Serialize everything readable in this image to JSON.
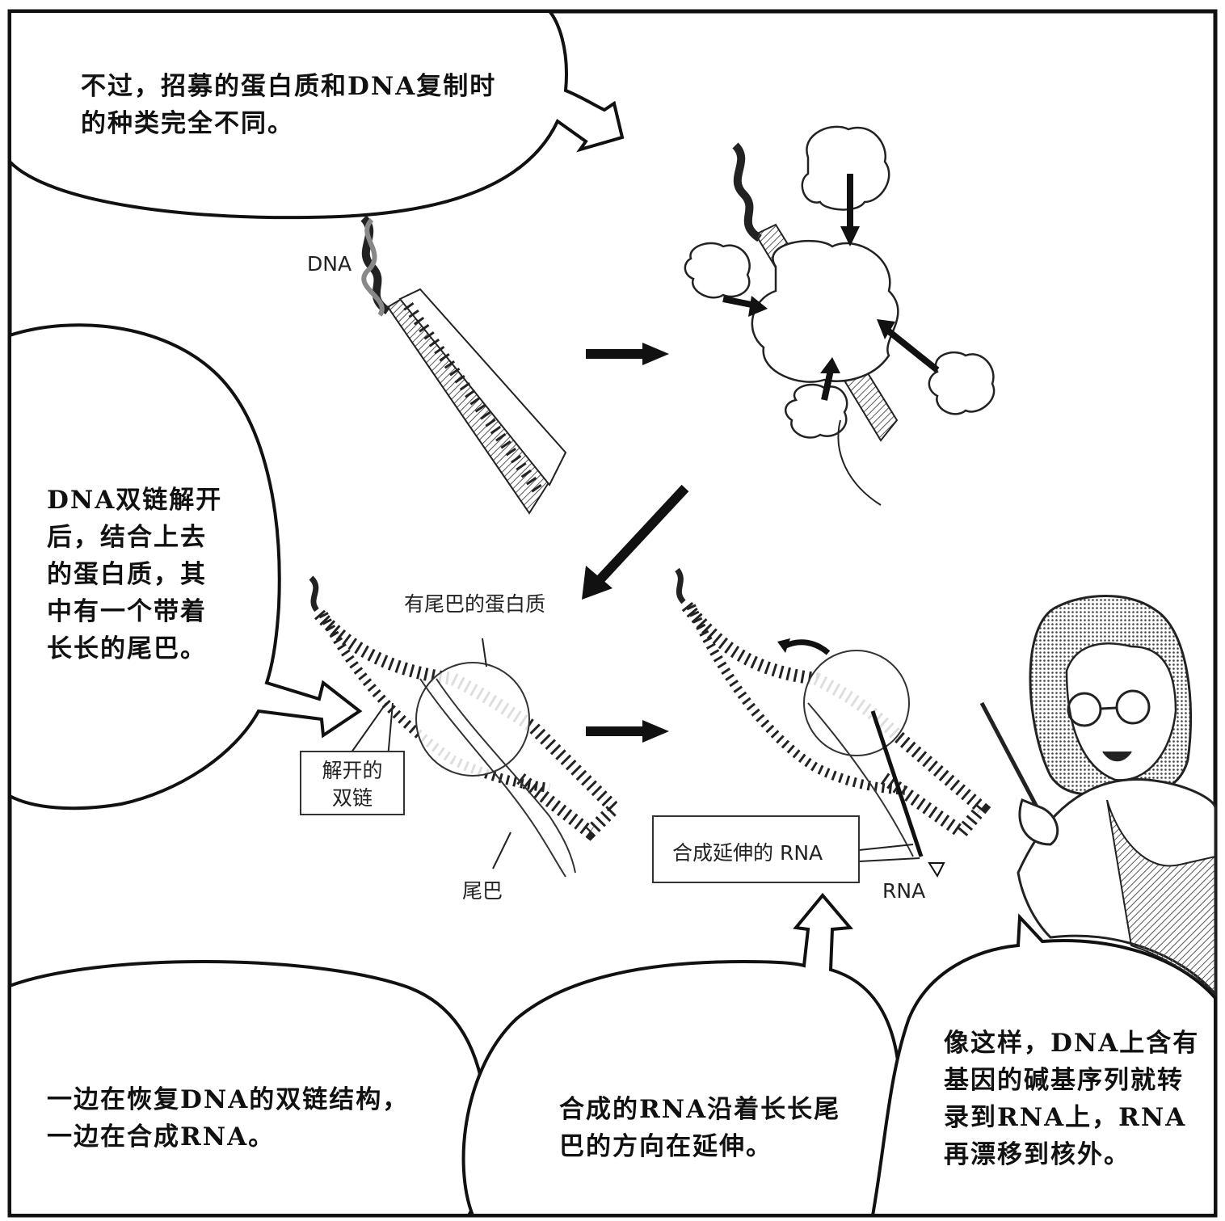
{
  "bubbles": {
    "top": [
      "不过，招募的蛋白质和DNA复制时",
      "的种类完全不同。"
    ],
    "left": [
      "DNA双链解开",
      "后，结合上去",
      "的蛋白质，其",
      "中有一个带着",
      "长长的尾巴。"
    ],
    "bottom_left": [
      "一边在恢复DNA的双链结构，",
      "一边在合成RNA。"
    ],
    "bottom_middle": [
      "合成的RNA沿着长长尾",
      "巴的方向在延伸。"
    ],
    "bottom_right": [
      "像这样，DNA上含有",
      "基因的碱基序列就转",
      "录到RNA上，RNA",
      "再漂移到核外。"
    ]
  },
  "labels": {
    "dna": "DNA",
    "tailed_protein": "有尾巴的蛋白质",
    "unwound_strands": [
      "解开的",
      "双链"
    ],
    "tail": "尾巴",
    "rna_extending": "合成延伸的 RNA",
    "rna": "RNA"
  }
}
